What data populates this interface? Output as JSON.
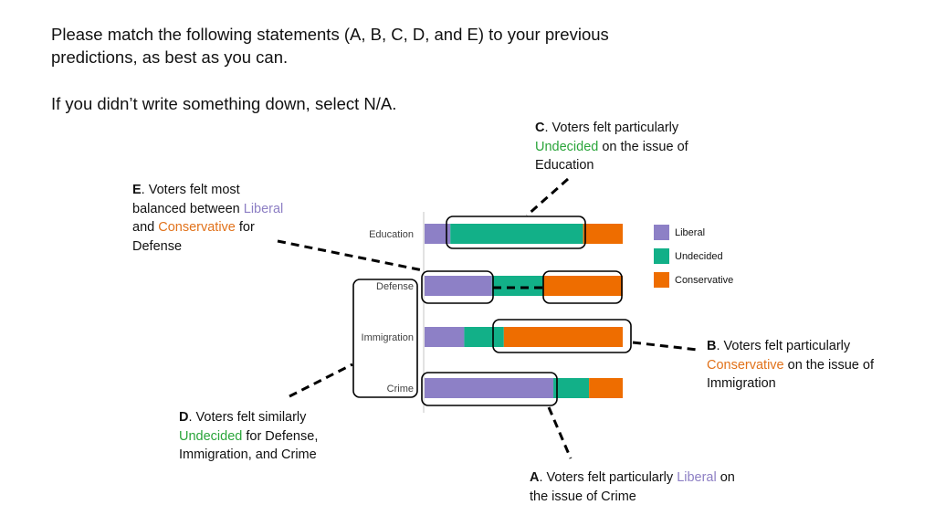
{
  "instructions": {
    "line1": "Please match the following statements (A, B, C, D, and E) to your previous predictions, as best as you can.",
    "line2": "If you didn’t write something down, select N/A."
  },
  "statements": {
    "C": {
      "letter": "C",
      "pre": ". Voters felt particularly ",
      "key": "Undecided",
      "post": " on the issue of Education"
    },
    "E": {
      "letter": "E",
      "pre": ". Voters felt most balanced between ",
      "key1": "Liberal",
      "mid": " and ",
      "key2": "Conservative",
      "post": " for Defense"
    },
    "B": {
      "letter": "B",
      "pre": ". Voters felt particularly ",
      "key": "Conservative",
      "post": " on the issue of Immigration"
    },
    "D": {
      "letter": "D",
      "pre": ". Voters felt similarly ",
      "key": "Undecided",
      "post": " for Defense, Immigration, and Crime"
    },
    "A": {
      "letter": "A",
      "pre": ". Voters felt particularly ",
      "key": "Liberal",
      "post": " on the issue of Crime"
    }
  },
  "colors": {
    "liberal": "#8d80c6",
    "undecided": "#12b088",
    "conservative": "#ee6d00",
    "text_liberal": "#8d7fc4",
    "text_undecided": "#2aa53a",
    "text_conservative": "#e1721b"
  },
  "chart_data": {
    "type": "bar",
    "orientation": "horizontal",
    "stacked": true,
    "categories": [
      "Education",
      "Defense",
      "Immigration",
      "Crime"
    ],
    "series": [
      {
        "name": "Liberal",
        "values": [
          13,
          34,
          20,
          65
        ]
      },
      {
        "name": "Undecided",
        "values": [
          67,
          26,
          20,
          18
        ]
      },
      {
        "name": "Conservative",
        "values": [
          20,
          40,
          60,
          17
        ]
      }
    ],
    "xlim": [
      0,
      100
    ],
    "legend": "right",
    "grid": false
  }
}
